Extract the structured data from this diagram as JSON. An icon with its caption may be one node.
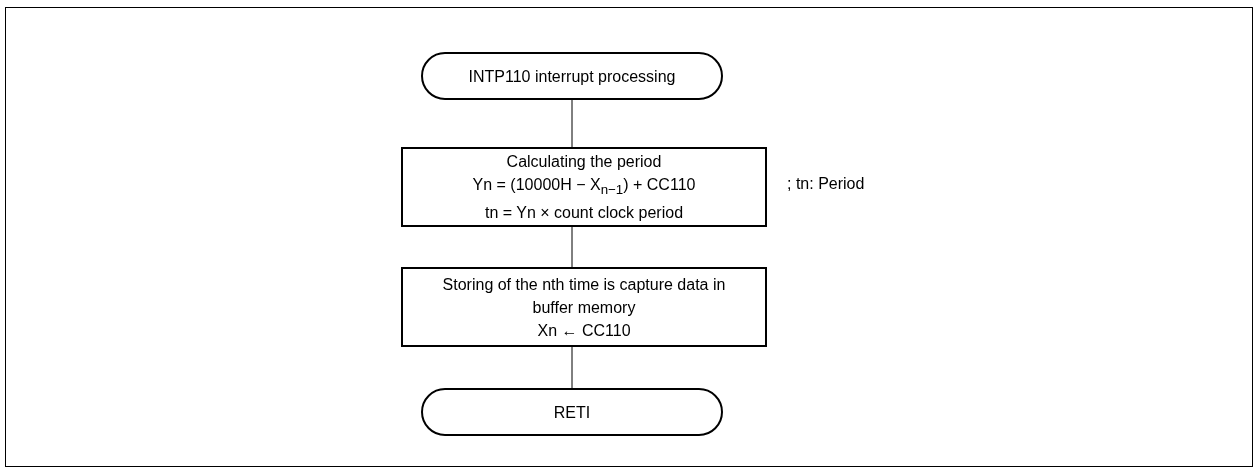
{
  "diagram": {
    "nodes": [
      {
        "text": [
          "INTP110 interrupt processing"
        ]
      },
      {
        "text": [
          "Calculating the period",
          "Yn = (10000H − X$_{n−1}$) + CC110",
          "tn = Yn × count clock period"
        ],
        "beside": [
          "; tn: Period"
        ]
      },
      {
        "text": [
          "Storing of the nth time is capture data in buffer memory",
          "Xn ← CC110"
        ]
      },
      {
        "text": [
          "RETI"
        ]
      }
    ],
    "edges": [
      {
        "from": 0,
        "to": 1,
        "arrow": "none"
      },
      {
        "from": 1,
        "to": 2,
        "arrow": "none"
      },
      {
        "from": 2,
        "to": 3,
        "arrow": "none"
      }
    ]
  }
}
